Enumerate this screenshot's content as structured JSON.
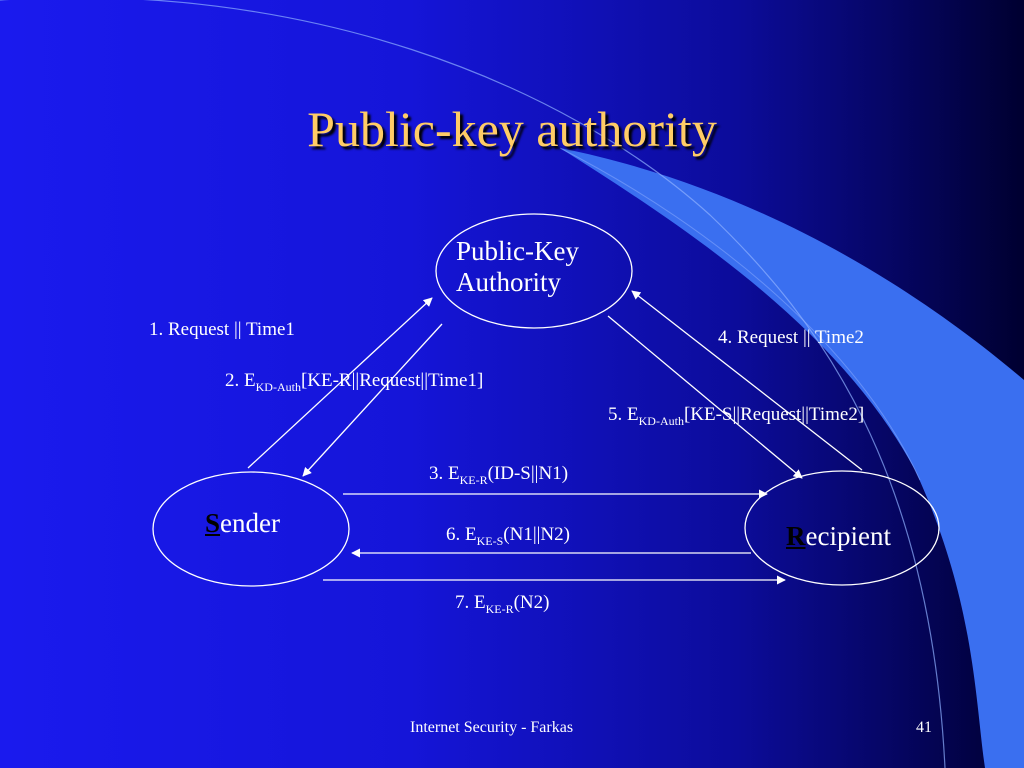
{
  "title": "Public-key authority",
  "nodes": {
    "authority": {
      "line1": "Public-Key",
      "line2": "Authority"
    },
    "sender": {
      "initial": "S",
      "rest": "ender"
    },
    "recipient": {
      "initial": "R",
      "rest": "ecipient"
    }
  },
  "messages": {
    "m1": "1. Request || Time1",
    "m2": {
      "pre": "2. E",
      "sub": "KD-Auth",
      "post": "[KE-R||Request||Time1]"
    },
    "m3": {
      "pre": "3. E",
      "sub": "KE-R",
      "post": "(ID-S||N1)"
    },
    "m4": "4. Request || Time2",
    "m5": {
      "pre": "5. E",
      "sub": "KD-Auth",
      "post": "[KE-S||Request||Time2]"
    },
    "m6": {
      "pre": "6. E",
      "sub": "KE-S",
      "post": "(N1||N2)"
    },
    "m7": {
      "pre": "7. E",
      "sub": "KE-R",
      "post": "(N2)"
    }
  },
  "footer": {
    "course": "Internet Security - Farkas",
    "page": "41"
  },
  "colors": {
    "title": "#ffcc66",
    "swoosh": "#3a6ff0",
    "line": "#ffffff"
  }
}
